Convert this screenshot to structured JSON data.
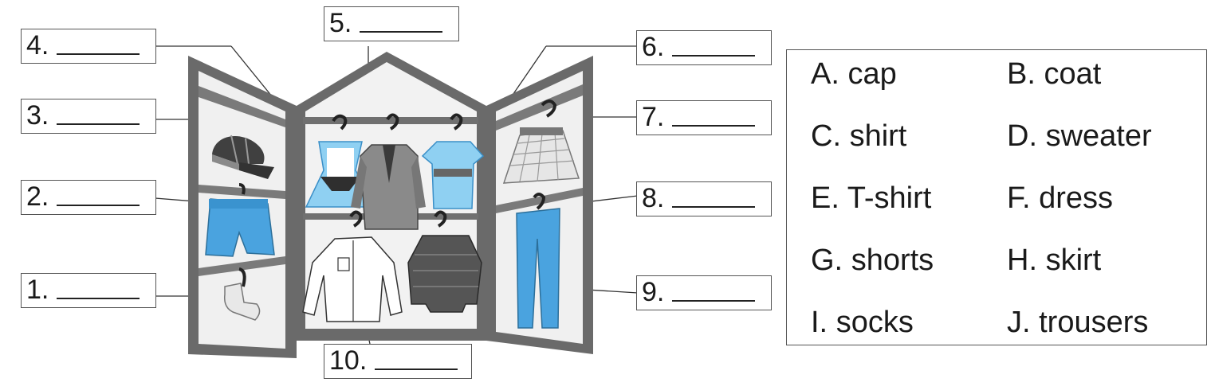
{
  "labels": [
    {
      "number": "1.",
      "blank": "______"
    },
    {
      "number": "2.",
      "blank": "______"
    },
    {
      "number": "3.",
      "blank": "______"
    },
    {
      "number": "4.",
      "blank": "______"
    },
    {
      "number": "5.",
      "blank": "______"
    },
    {
      "number": "6.",
      "blank": "______"
    },
    {
      "number": "7.",
      "blank": "______"
    },
    {
      "number": "8.",
      "blank": "______"
    },
    {
      "number": "9.",
      "blank": "______"
    },
    {
      "number": "10.",
      "blank": "______"
    }
  ],
  "options": [
    {
      "letter": "A.",
      "word": "cap"
    },
    {
      "letter": "B.",
      "word": "coat"
    },
    {
      "letter": "C.",
      "word": "shirt"
    },
    {
      "letter": "D.",
      "word": "sweater"
    },
    {
      "letter": "E.",
      "word": "T-shirt"
    },
    {
      "letter": "F.",
      "word": "dress"
    },
    {
      "letter": "G.",
      "word": "shorts"
    },
    {
      "letter": "H.",
      "word": "skirt"
    },
    {
      "letter": "I.",
      "word": "socks"
    },
    {
      "letter": "J.",
      "word": "trousers"
    }
  ],
  "colors": {
    "wardrobe": "#555555",
    "interior": "#f1f1f1",
    "blue": "#4aa3df",
    "light_blue": "#8fd0f2",
    "gray": "#808080",
    "dark": "#3a3a3a"
  }
}
